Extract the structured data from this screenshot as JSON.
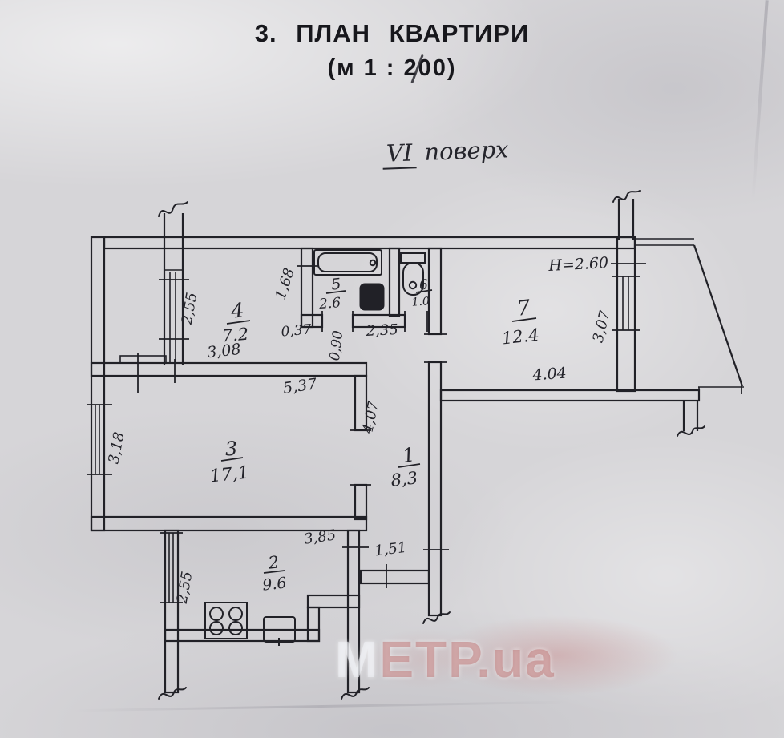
{
  "header": {
    "title": "3. ПЛАН КВАРТИРИ",
    "scale": "(м 1 : 200)"
  },
  "floor": {
    "roman": "VI",
    "word": "поверх"
  },
  "plan": {
    "height_note": "Н=2.60",
    "rooms": [
      {
        "number": "1",
        "area": "8,3"
      },
      {
        "number": "2",
        "area": "9.6"
      },
      {
        "number": "3",
        "area": "17,1"
      },
      {
        "number": "4",
        "area": "7.2"
      },
      {
        "number": "5",
        "area": "2.6"
      },
      {
        "number": "6",
        "area": "1.0"
      },
      {
        "number": "7",
        "area": "12.4"
      }
    ],
    "dims": [
      {
        "id": "room4-side",
        "value": "2,55"
      },
      {
        "id": "bath-side",
        "value": "1,68"
      },
      {
        "id": "room4-width",
        "value": "3,08"
      },
      {
        "id": "wall-stub",
        "value": "0,37"
      },
      {
        "id": "bath-door",
        "value": "0,90"
      },
      {
        "id": "bath-wc-width",
        "value": "2,35"
      },
      {
        "id": "room3-width",
        "value": "5,37"
      },
      {
        "id": "room3-side",
        "value": "3,18"
      },
      {
        "id": "hall-length",
        "value": "4,07"
      },
      {
        "id": "room7-side",
        "value": "3,07"
      },
      {
        "id": "room7-width",
        "value": "4.04"
      },
      {
        "id": "kitchen-width",
        "value": "3,85"
      },
      {
        "id": "entry-width",
        "value": "1,51"
      },
      {
        "id": "kitchen-side",
        "value": "2,55"
      }
    ]
  },
  "watermark": {
    "first": "М",
    "rest": "ЕТР.ua"
  },
  "colors": {
    "ink": "#212127",
    "paper": "#d6d5d8",
    "watermark_pink": "#bc7474"
  }
}
